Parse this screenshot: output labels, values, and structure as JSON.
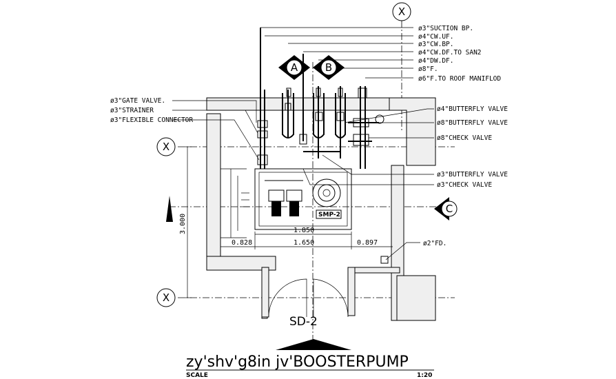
{
  "grid_labels": {
    "x_top": "X",
    "x_left_upper": "X",
    "x_left_lower": "X"
  },
  "section_markers": {
    "a": "A",
    "b": "B",
    "c": "C"
  },
  "callouts_right_top": [
    "ø3\"SUCTION BP.",
    "ø4\"CW.UF.",
    "ø3\"CW.BP.",
    "ø4\"CW.DF.TO SAN2",
    "ø4\"DW.DF.",
    "ø8\"F.",
    "ø6\"F.TO ROOF MANIFLOD"
  ],
  "callouts_left": [
    "ø3\"GATE VALVE.",
    "ø3\"STRAINER",
    "ø3\"FLEXIBLE CONNECTOR"
  ],
  "callouts_right_mid": [
    "ø4\"BUTTERFLY VALVE",
    "ø8\"BUTTERFLY VALVE",
    "ø8\"CHECK VALVE"
  ],
  "callouts_right_low": [
    "ø3\"BUTTERFLY VALVE",
    "ø3\"CHECK VALVE"
  ],
  "floor_drain": "ø2\"FD.",
  "dimensions": {
    "top": "1.850",
    "left": "0.828",
    "middle": "1.650",
    "right": "0.897",
    "vertical": "3.000"
  },
  "equipment_label": "SMP-2",
  "section_label": "SD-2",
  "title": "zy'shv'g8in jv'BOOSTERPUMP",
  "scale_label": "SCALE",
  "scale_value": "1:20"
}
